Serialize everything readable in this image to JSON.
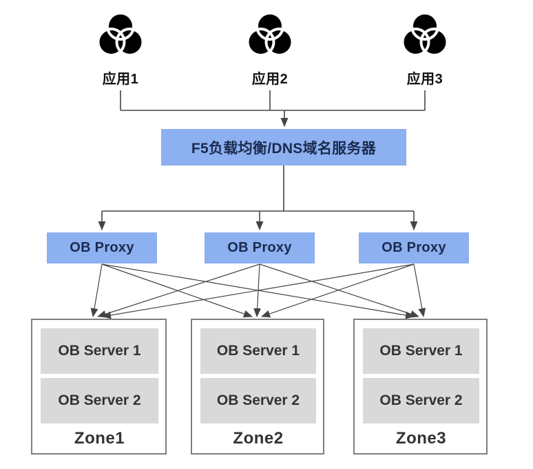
{
  "apps": [
    {
      "label": "应用1",
      "icon": "venn-circles-icon"
    },
    {
      "label": "应用2",
      "icon": "venn-circles-icon"
    },
    {
      "label": "应用3",
      "icon": "venn-circles-icon"
    }
  ],
  "load_balancer": {
    "label": "F5负载均衡/DNS域名服务器"
  },
  "proxies": [
    {
      "label": "OB Proxy"
    },
    {
      "label": "OB Proxy"
    },
    {
      "label": "OB Proxy"
    }
  ],
  "zones": [
    {
      "name": "Zone1",
      "servers": [
        "OB Server 1",
        "OB Server 2"
      ]
    },
    {
      "name": "Zone2",
      "servers": [
        "OB Server 1",
        "OB Server 2"
      ]
    },
    {
      "name": "Zone3",
      "servers": [
        "OB Server 1",
        "OB Server 2"
      ]
    }
  ],
  "colors": {
    "node_blue": "#8CB0F0",
    "node_blue_text": "#1B2A4E",
    "server_gray": "#D9D9D9",
    "zone_border": "#7E7E7E",
    "line": "#444444",
    "text_dark": "#333333",
    "icon_black": "#000000"
  }
}
